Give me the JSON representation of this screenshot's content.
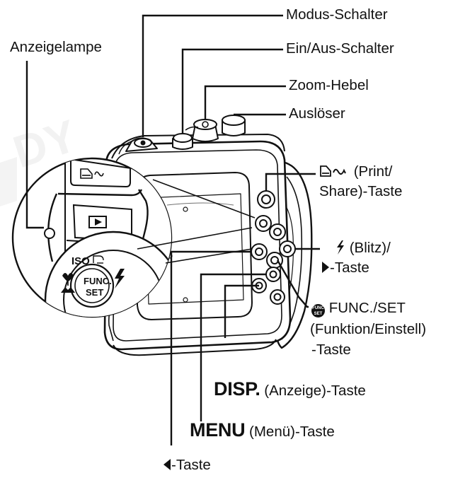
{
  "labels": {
    "modus": "Modus-Schalter",
    "einaus": "Ein/Aus-Schalter",
    "zoom": "Zoom-Hebel",
    "ausloeser": "Auslöser",
    "anzeigelampe": "Anzeigelampe",
    "print_line1": "(Print/",
    "print_line2": "Share)-Taste",
    "blitz_line1": "(Blitz)/",
    "blitz_line2": "-Taste",
    "func_line1": "FUNC./SET",
    "func_line2": "(Funktion/Einstell)",
    "func_line3": "-Taste",
    "disp_big": "DISP.",
    "disp_rest": "(Anzeige)-Taste",
    "menu_big": "MENU",
    "menu_rest": "(Menü)-Taste",
    "left_rest": "-Taste"
  },
  "dial": {
    "iso": "ISO",
    "func": "FUNC.",
    "set": "SET",
    "func_badge_top": "FUNC",
    "func_badge_bottom": "SET"
  },
  "icons": {
    "print": "print-share-icon",
    "flash": "flash-icon",
    "right": "right-arrow-icon",
    "left": "left-arrow-icon",
    "func": "func-set-icon"
  }
}
